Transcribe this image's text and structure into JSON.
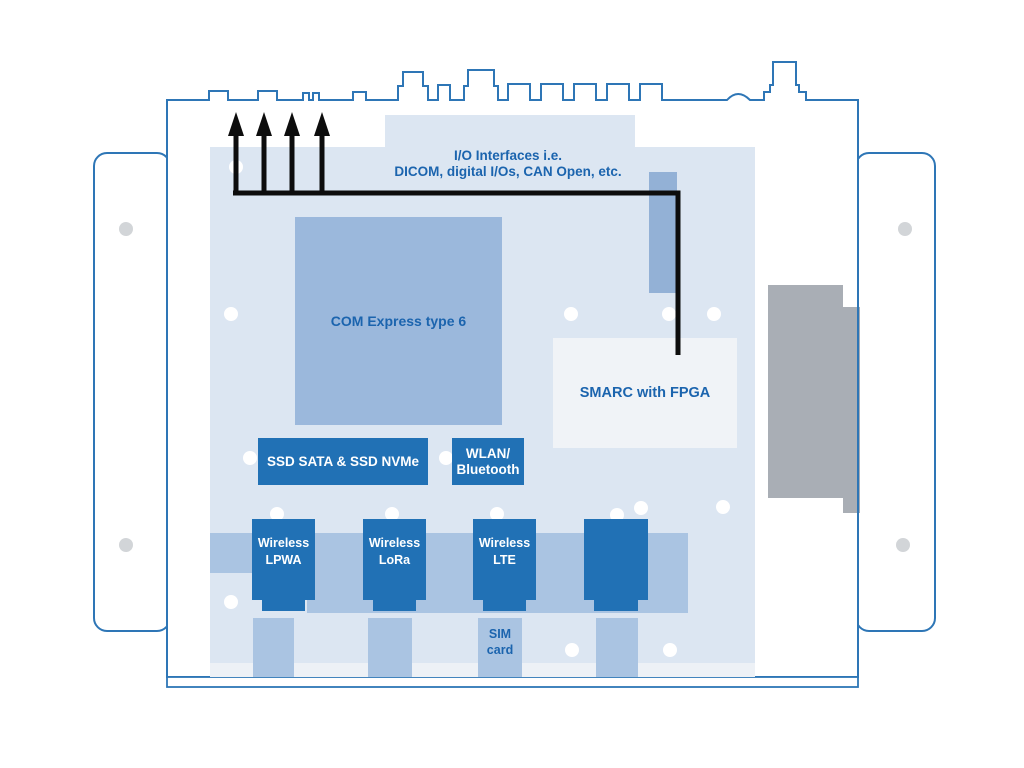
{
  "diagram": {
    "io_interfaces": {
      "line1": "I/O Interfaces i.e.",
      "line2": "DICOM, digital I/Os, CAN Open, etc."
    },
    "modules": {
      "com_express": "COM Express type 6",
      "smarc": "SMARC with FPGA",
      "ssd": "SSD SATA & SSD NVMe",
      "wlan": {
        "line1": "WLAN/",
        "line2": "Bluetooth"
      },
      "wireless": [
        {
          "line1": "Wireless",
          "line2": "LPWA"
        },
        {
          "line1": "Wireless",
          "line2": "LoRa"
        },
        {
          "line1": "Wireless",
          "line2": "LTE"
        },
        {
          "line1": "",
          "line2": ""
        }
      ],
      "sim": {
        "line1": "SIM",
        "line2": "card"
      }
    },
    "colors": {
      "outline": "#2e76b6",
      "board": "#dce6f2",
      "module_fill": "#9bb8dc",
      "band": "#aac4e2",
      "connector_fill": "#93b1d6",
      "dark_blue": "#2171b5",
      "smarc_fill": "#f0f3f7",
      "light_strip": "#edf1f6",
      "heatsink_gray": "#a9aeb5",
      "hole_gray": "#d2d5d8",
      "text_blue": "#1b64ae",
      "arrow_black": "#0d0d0d",
      "hole_white": "#ffffff"
    }
  }
}
